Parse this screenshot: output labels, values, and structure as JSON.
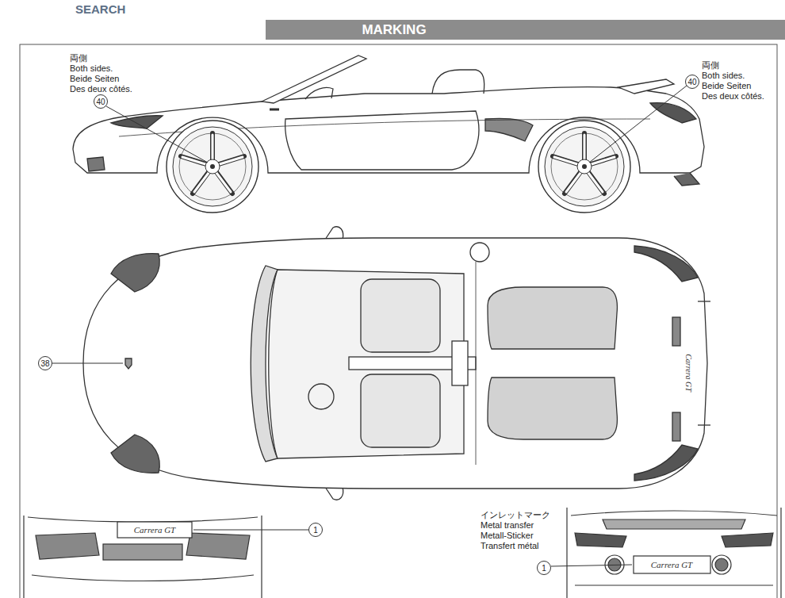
{
  "diagram": {
    "title": "MARKING",
    "labels": [
      "SEARCH",
      "両側",
      "Both sides.",
      "Beide Seiten",
      "Des deux côtés.",
      "40",
      "両側",
      "Both sides.",
      "Beide Seiten",
      "Des deux côtés.",
      "40",
      "38",
      "Carrera GT",
      "Carrera GT",
      "1",
      "インレットマーク",
      "Metal transfer",
      "Metall-Sticker",
      "Transfert métal",
      "Carrera GT",
      "1"
    ]
  }
}
